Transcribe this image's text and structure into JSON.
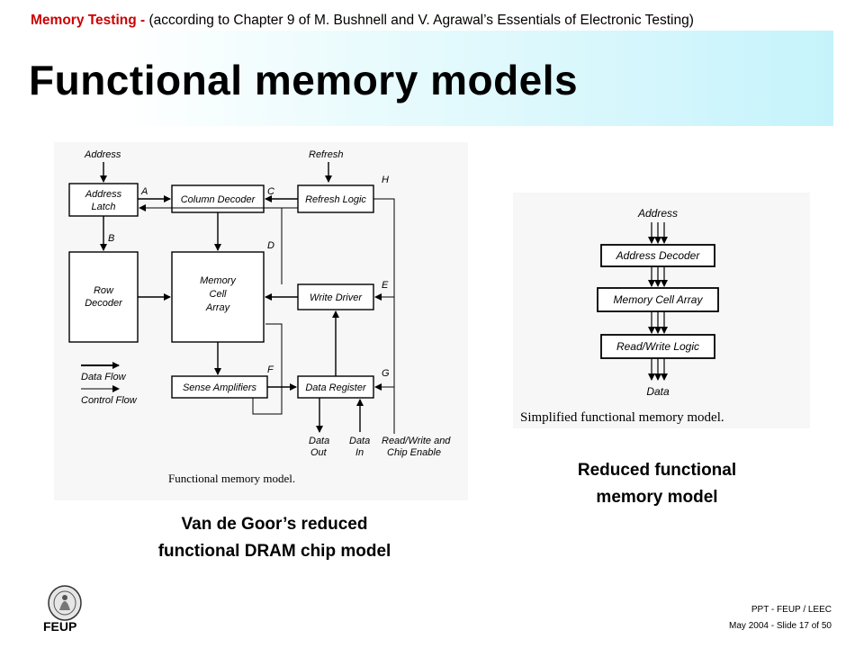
{
  "header": {
    "highlight": "Memory Testing - ",
    "rest": "(according to Chapter 9 of M. Bushnell and V. Agrawal’s Essentials of Electronic Testing)"
  },
  "title": "Functional memory models",
  "left_diagram": {
    "inputs": {
      "address": "Address",
      "refresh": "Refresh"
    },
    "blocks": {
      "address_latch_1": "Address",
      "address_latch_2": "Latch",
      "column_decoder": "Column Decoder",
      "refresh_logic": "Refresh Logic",
      "row_decoder_1": "Row",
      "row_decoder_2": "Decoder",
      "memory_cell_array_1": "Memory",
      "memory_cell_array_2": "Cell",
      "memory_cell_array_3": "Array",
      "write_driver": "Write Driver",
      "sense_amplifiers": "Sense Amplifiers",
      "data_register": "Data Register"
    },
    "point_labels": {
      "a": "A",
      "b": "B",
      "c": "C",
      "d": "D",
      "e": "E",
      "f": "F",
      "g": "G",
      "h": "H"
    },
    "legend": {
      "data_flow": "Data Flow",
      "control_flow": "Control Flow"
    },
    "io": {
      "data_out_1": "Data",
      "data_out_2": "Out",
      "data_in_1": "Data",
      "data_in_2": "In",
      "rw_1": "Read/Write and",
      "rw_2": "Chip Enable"
    },
    "figure_caption": "Functional memory model."
  },
  "right_diagram": {
    "input": "Address",
    "blocks": {
      "address_decoder": "Address Decoder",
      "memory_cell_array": "Memory Cell Array",
      "read_write_logic": "Read/Write Logic"
    },
    "output": "Data",
    "figure_caption": "Simplified functional memory model."
  },
  "captions": {
    "left_1": "Van de Goor’s reduced",
    "left_2": "functional DRAM chip model",
    "right_1": "Reduced functional",
    "right_2": "memory model"
  },
  "footer": {
    "logo_text": "FEUP",
    "line1": "PPT - FEUP / LEEC",
    "line2": "May 2004 - Slide 17 of 50"
  }
}
